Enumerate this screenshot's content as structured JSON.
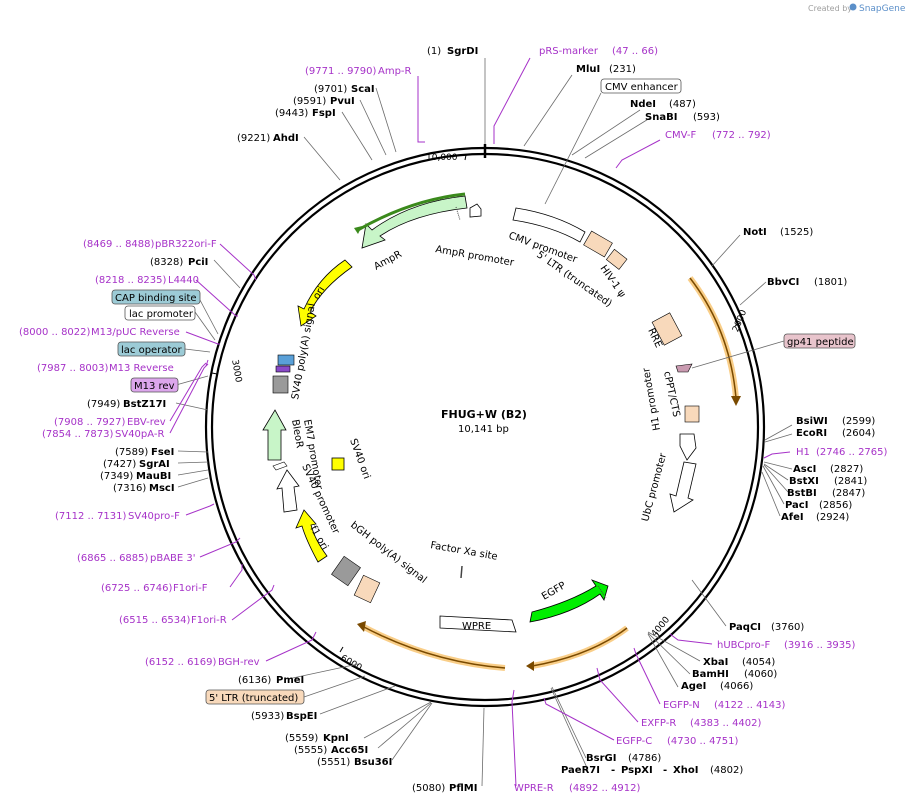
{
  "credit": {
    "prefix": "Created by",
    "brand": "SnapGene"
  },
  "plasmid": {
    "name": "FHUG+W (B2)",
    "size": "10,141 bp"
  },
  "ticks": [
    "10,000",
    "2000",
    "3000",
    "4000",
    "6000"
  ],
  "enzymes": [
    {
      "name": "SgrDI",
      "pos": "(1)"
    },
    {
      "name": "MluI",
      "pos": "(231)"
    },
    {
      "name": "NdeI",
      "pos": "(487)"
    },
    {
      "name": "SnaBI",
      "pos": "(593)"
    },
    {
      "name": "NotI",
      "pos": "(1525)"
    },
    {
      "name": "BbvCI",
      "pos": "(1801)"
    },
    {
      "name": "BsiWI",
      "pos": "(2599)"
    },
    {
      "name": "EcoRI",
      "pos": "(2604)"
    },
    {
      "name": "AscI",
      "pos": "(2827)"
    },
    {
      "name": "BstXI",
      "pos": "(2841)"
    },
    {
      "name": "BstBI",
      "pos": "(2847)"
    },
    {
      "name": "PacI",
      "pos": "(2856)"
    },
    {
      "name": "AfeI",
      "pos": "(2924)"
    },
    {
      "name": "PaqCI",
      "pos": "(3760)"
    },
    {
      "name": "XbaI",
      "pos": "(4054)"
    },
    {
      "name": "BamHI",
      "pos": "(4060)"
    },
    {
      "name": "AgeI",
      "pos": "(4066)"
    },
    {
      "name": "BsrGI",
      "pos": "(4786)"
    },
    {
      "name": "PaeR7I",
      "pos": ""
    },
    {
      "name": "PspXI",
      "pos": ""
    },
    {
      "name": "XhoI",
      "pos": "(4802)"
    },
    {
      "name": "PflMI",
      "pos": "(5080)"
    },
    {
      "name": "Bsu36I",
      "pos": "(5551)"
    },
    {
      "name": "Acc65I",
      "pos": "(5555)"
    },
    {
      "name": "KpnI",
      "pos": "(5559)"
    },
    {
      "name": "BspEI",
      "pos": "(5933)"
    },
    {
      "name": "PmeI",
      "pos": "(6136)"
    },
    {
      "name": "MscI",
      "pos": "(7316)"
    },
    {
      "name": "MauBI",
      "pos": "(7349)"
    },
    {
      "name": "SgrAI",
      "pos": "(7427)"
    },
    {
      "name": "FseI",
      "pos": "(7589)"
    },
    {
      "name": "BstZ17I",
      "pos": "(7949)"
    },
    {
      "name": "PciI",
      "pos": "(8328)"
    },
    {
      "name": "AhdI",
      "pos": "(9221)"
    },
    {
      "name": "FspI",
      "pos": "(9443)"
    },
    {
      "name": "PvuI",
      "pos": "(9591)"
    },
    {
      "name": "ScaI",
      "pos": "(9701)"
    }
  ],
  "primers": [
    {
      "name": "pRS-marker",
      "range": "(47 .. 66)"
    },
    {
      "name": "Amp-R",
      "range": "(9771 .. 9790)"
    },
    {
      "name": "CMV-F",
      "range": "(772 .. 792)"
    },
    {
      "name": "H1",
      "range": "(2746 .. 2765)"
    },
    {
      "name": "hUBCpro-F",
      "range": "(3916 .. 3935)"
    },
    {
      "name": "EGFP-N",
      "range": "(4122 .. 4143)"
    },
    {
      "name": "EXFP-R",
      "range": "(4383 .. 4402)"
    },
    {
      "name": "EGFP-C",
      "range": "(4730 .. 4751)"
    },
    {
      "name": "WPRE-R",
      "range": "(4892 .. 4912)"
    },
    {
      "name": "BGH-rev",
      "range": "(6152 .. 6169)"
    },
    {
      "name": "F1ori-R",
      "range": "(6515 .. 6534)"
    },
    {
      "name": "F1ori-F",
      "range": "(6725 .. 6746)"
    },
    {
      "name": "pBABE 3'",
      "range": "(6865 .. 6885)"
    },
    {
      "name": "SV40pro-F",
      "range": "(7112 .. 7131)"
    },
    {
      "name": "SV40pA-R",
      "range": "(7854 .. 7873)"
    },
    {
      "name": "EBV-rev",
      "range": "(7908 .. 7927)"
    },
    {
      "name": "M13 Reverse",
      "range": "(7987 .. 8003)"
    },
    {
      "name": "M13/pUC Reverse",
      "range": "(8000 .. 8022)"
    },
    {
      "name": "L4440",
      "range": "(8218 .. 8235)"
    },
    {
      "name": "pBR322ori-F",
      "range": "(8469 .. 8488)"
    }
  ],
  "boxed_labels": [
    {
      "text": "CMV enhancer",
      "fill": "#ffffff"
    },
    {
      "text": "gp41 peptide",
      "fill": "#e8c4cc"
    },
    {
      "text": "CAP binding site",
      "fill": "#9ccbd6"
    },
    {
      "text": "lac promoter",
      "fill": "#ffffff"
    },
    {
      "text": "lac operator",
      "fill": "#9ccbd6"
    },
    {
      "text": "M13 rev",
      "fill": "#dca6ec"
    },
    {
      "text": "5' LTR (truncated)",
      "fill": "#f8d9bb"
    }
  ],
  "features": {
    "cmv_promoter": "CMV promoter",
    "ltr5": "5' LTR (truncated)",
    "hiv_psi": "HIV-1 ψ",
    "rre": "RRE",
    "cppt": "cPPT/CTS",
    "h1": "H1 promoter",
    "ubc": "UbC promoter",
    "egfp": "EGFP",
    "wpre": "WPRE",
    "factor_xa": "Factor Xa site",
    "bgh": "bGH poly(A) signal",
    "f1": "f1 ori",
    "sv40p": "SV40 promoter",
    "sv40ori": "SV40 ori",
    "em7": "EM7 promoter",
    "bleor": "BleoR",
    "sv40pa": "SV40 poly(A) signal",
    "ori": "ori",
    "ampr": "AmpR",
    "ampr_promoter": "AmpR promoter"
  },
  "colors": {
    "primer": "#a632c8",
    "ori": "#ffff00",
    "amp": "#c8f5c8",
    "egfp": "#00ee00",
    "orange_arc": "#f7b955",
    "ltr": "#f8d9bb"
  }
}
